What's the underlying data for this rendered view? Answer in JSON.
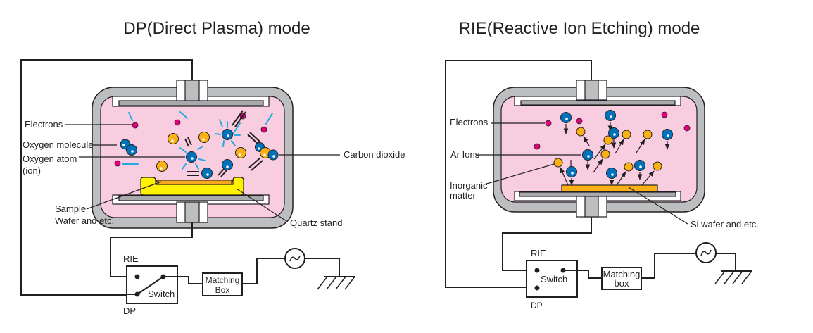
{
  "colors": {
    "plasma": "#f8cde0",
    "chamber_wall": "#bcbec0",
    "electron": "#e6007e",
    "oxygen": "#0072bc",
    "carbon": "#fbb116",
    "ray": "#27aae1",
    "quartz_stand": "#fff200",
    "sample": "#f7a823",
    "si_wafer": "#fbb116",
    "line": "#231f20"
  },
  "dp_panel": {
    "title": "DP(Direct Plasma) mode",
    "labels": {
      "electrons": "Electrons",
      "oxygen_molecule": "Oxygen molecule",
      "oxygen_atom_line1": "Oxygen atom",
      "oxygen_atom_line2": "(ion)",
      "carbon_dioxide": "Carbon dioxide",
      "sample_line1": "Sample",
      "sample_line2": "Wafer and etc.",
      "quartz_stand": "Quartz stand"
    },
    "circuit": {
      "rie_label": "RIE",
      "dp_label": "DP",
      "switch_label": "Switch",
      "switch_position": "DP",
      "matching_line1": "Matching",
      "matching_line2": "Box",
      "source_symbol": "~"
    }
  },
  "rie_panel": {
    "title": "RIE(Reactive Ion Etching) mode",
    "labels": {
      "electrons": "Electrons",
      "ar_ions": "Ar Ions",
      "inorganic_line1": "Inorganic",
      "inorganic_line2": "matter",
      "si_wafer": "Si wafer and etc."
    },
    "circuit": {
      "rie_label": "RIE",
      "dp_label": "DP",
      "switch_label": "Switch",
      "switch_position": "RIE",
      "matching_line1": "Matching",
      "matching_line2": "box",
      "source_symbol": "~"
    }
  }
}
